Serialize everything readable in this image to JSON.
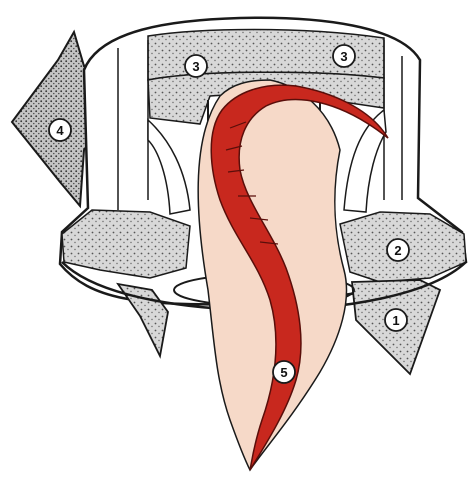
{
  "colors": {
    "outline": "#1a1a1a",
    "red_flow": "#c8281e",
    "red_flow_stroke": "#5a0e0a",
    "cone_fill": "#f6d9c8",
    "speckle_light": "#dcdcdc",
    "speckle_dark": "#bfbfbf",
    "housing": "#ffffff",
    "callout_bg": "#ffffff"
  },
  "callouts": [
    {
      "label": "1"
    },
    {
      "label": "2"
    },
    {
      "label": "3"
    },
    {
      "label": "3"
    },
    {
      "label": "4"
    },
    {
      "label": "5"
    }
  ]
}
